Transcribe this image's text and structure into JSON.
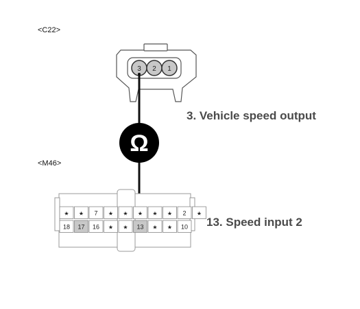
{
  "c22": {
    "name": "<C22>",
    "pins": [
      "3",
      "2",
      "1"
    ]
  },
  "m46": {
    "name": "<M46>",
    "row1": [
      "★",
      "★",
      "7",
      "★",
      "★",
      "★",
      "★",
      "★",
      "2",
      "★"
    ],
    "row2": [
      "18",
      "17",
      "16",
      "★",
      "★",
      "13",
      "★",
      "★",
      "10"
    ]
  },
  "meter": {
    "symbol": "Ω",
    "icon": "ohm-icon"
  },
  "labels": {
    "c22_pin": "3. Vehicle speed output",
    "m46_pin": "13. Speed input 2"
  },
  "colors": {
    "wire": "#111111",
    "pin_highlight": "#c8c8c8",
    "callout_text": "#4a4a4a"
  }
}
